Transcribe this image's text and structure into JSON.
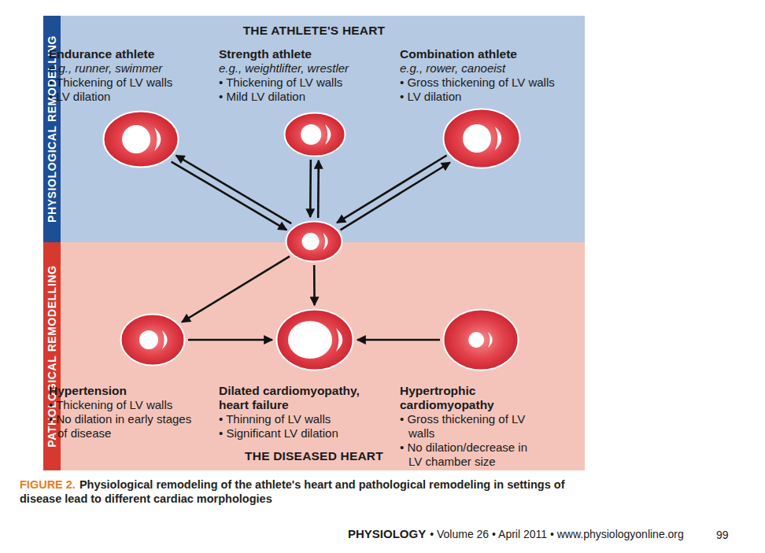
{
  "diagram": {
    "caption": "Physiological remodeling of the athlete's heart and pathological remodeling in settings of disease lead to different cardiac morphologies",
    "nodes": [
      {
        "text": [
          "PHYSIOLOGICAL REMODELLING",
          "THE ATHLETE'S HEART"
        ]
      },
      {
        "text": [
          "Endurance athlete",
          "e.g., runner, swimmer",
          "• Thickening of LV walls",
          "• LV dilation"
        ],
        "in": 0
      },
      {
        "text": [
          "Strength athlete",
          "e.g., weightlifter, wrestler",
          "• Thickening of LV walls",
          "• Mild LV dilation"
        ],
        "in": 0
      },
      {
        "text": [
          "Combination athlete",
          "e.g., rower, canoeist",
          "• Gross thickening of LV walls",
          "• LV dilation"
        ],
        "in": 0
      },
      {
        "text": []
      },
      {
        "text": [
          "PATHOLOGICAL REMODELLING",
          "THE DISEASED HEART"
        ]
      },
      {
        "text": [
          "Hypertension",
          "• Thickening of LV walls",
          "• No dilation in early stages of disease"
        ],
        "in": 5
      },
      {
        "text": [
          "Dilated cardiomyopathy, heart failure",
          "• Thinning of LV walls",
          "• Significant LV dilation"
        ],
        "in": 5
      },
      {
        "text": [
          "Hypertrophic cardiomyopathy",
          "• Gross thickening of LV walls",
          "• No dilation/decrease in LV chamber size"
        ],
        "in": 5
      }
    ],
    "edges": [
      {
        "from": 4,
        "to": 1,
        "arrow": "to"
      },
      {
        "from": 1,
        "to": 4,
        "arrow": "to"
      },
      {
        "from": 4,
        "to": 2,
        "arrow": "to"
      },
      {
        "from": 2,
        "to": 4,
        "arrow": "to"
      },
      {
        "from": 4,
        "to": 3,
        "arrow": "to"
      },
      {
        "from": 3,
        "to": 4,
        "arrow": "to"
      },
      {
        "from": 4,
        "to": 6,
        "arrow": "to"
      },
      {
        "from": 4,
        "to": 7,
        "arrow": "to"
      },
      {
        "from": 6,
        "to": 7,
        "arrow": "to"
      },
      {
        "from": 8,
        "to": 7,
        "arrow": "to"
      }
    ],
    "labels": [
      "FIGURE 2.",
      "PHYSIOLOGY",
      "• Volume 26 • April 2011 • www.physiologyonline.org",
      "99"
    ]
  }
}
